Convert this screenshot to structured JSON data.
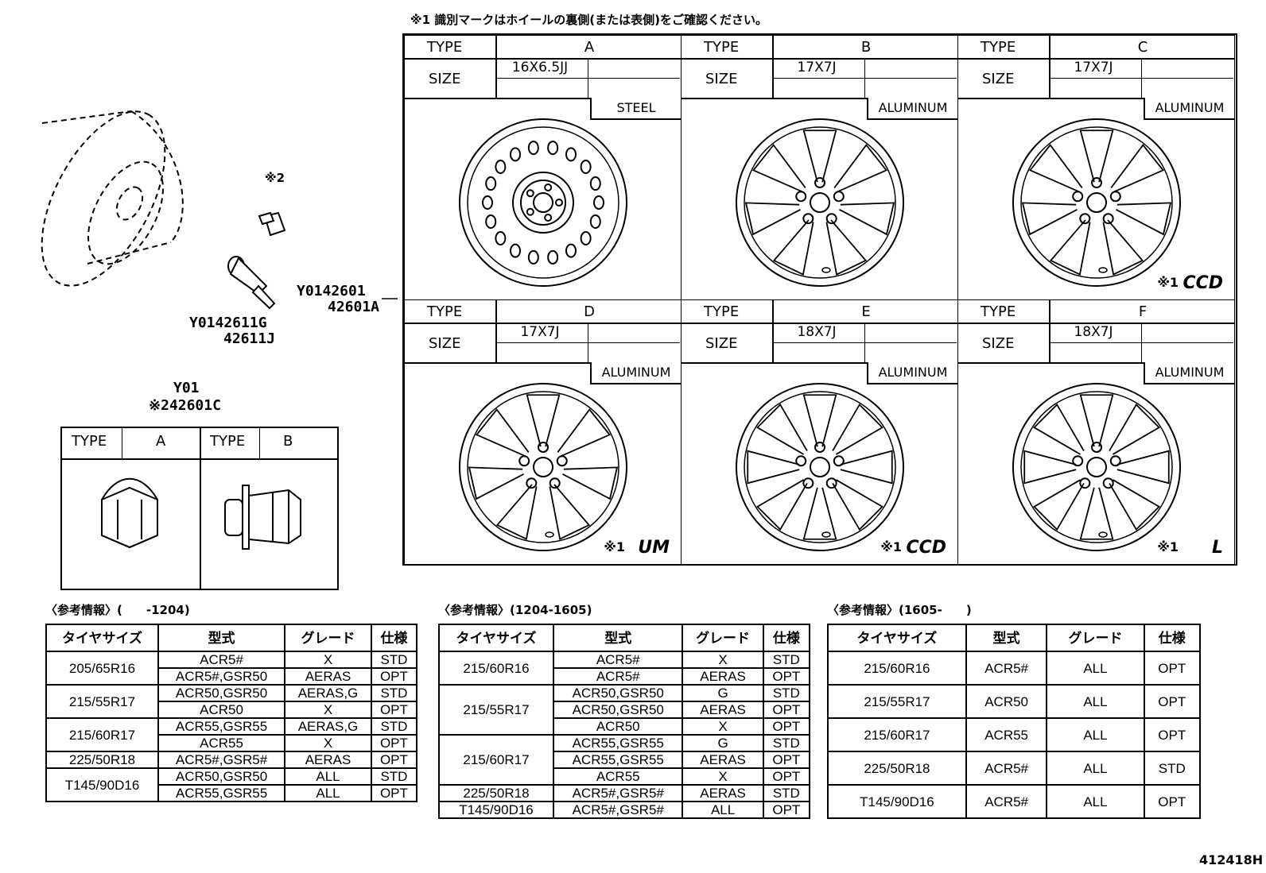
{
  "top_note": "※1 識別マークはホイールの裏側(または表側)をご確認ください。",
  "wheels": [
    {
      "type_label": "TYPE",
      "type": "A",
      "size_label": "SIZE",
      "size": "16X6.5JJ",
      "material": "STEEL",
      "mark_prefix": "",
      "mark": ""
    },
    {
      "type_label": "TYPE",
      "type": "B",
      "size_label": "SIZE",
      "size": "17X7J",
      "material": "ALUMINUM",
      "mark_prefix": "",
      "mark": ""
    },
    {
      "type_label": "TYPE",
      "type": "C",
      "size_label": "SIZE",
      "size": "17X7J",
      "material": "ALUMINUM",
      "mark_prefix": "※1",
      "mark": "CCD"
    },
    {
      "type_label": "TYPE",
      "type": "D",
      "size_label": "SIZE",
      "size": "17X7J",
      "material": "ALUMINUM",
      "mark_prefix": "※1",
      "mark": "UM"
    },
    {
      "type_label": "TYPE",
      "type": "E",
      "size_label": "SIZE",
      "size": "18X7J",
      "material": "ALUMINUM",
      "mark_prefix": "※1",
      "mark": "CCD"
    },
    {
      "type_label": "TYPE",
      "type": "F",
      "size_label": "SIZE",
      "size": "18X7J",
      "material": "ALUMINUM",
      "mark_prefix": "※1",
      "mark": "L"
    }
  ],
  "part_labels": {
    "wheel_code_1": "Y0142601",
    "wheel_code_2": "42601A",
    "valve_code_1": "Y0142611G",
    "valve_code_2": "42611J",
    "cap_note": "※2",
    "nut_code_1": "Y01",
    "nut_code_2": "※242601C"
  },
  "nut_table": {
    "type_label": "TYPE",
    "a": "A",
    "b": "B"
  },
  "ref_tables": [
    {
      "title": "〈参考情報〉(　　-1204)",
      "headers": [
        "タイヤサイズ",
        "型式",
        "グレード",
        "仕様"
      ],
      "rows": [
        {
          "tire": "205/65R16",
          "model": "ACR5#",
          "grade": "X",
          "spec": "STD",
          "tspan": 2
        },
        {
          "tire": "",
          "model": "ACR5#,GSR50",
          "grade": "AERAS",
          "spec": "OPT",
          "tspan": 0
        },
        {
          "tire": "215/55R17",
          "model": "ACR50,GSR50",
          "grade": "AERAS,G",
          "spec": "STD",
          "tspan": 2
        },
        {
          "tire": "",
          "model": "ACR50",
          "grade": "X",
          "spec": "OPT",
          "tspan": 0
        },
        {
          "tire": "215/60R17",
          "model": "ACR55,GSR55",
          "grade": "AERAS,G",
          "spec": "STD",
          "tspan": 2
        },
        {
          "tire": "",
          "model": "ACR55",
          "grade": "X",
          "spec": "OPT",
          "tspan": 0
        },
        {
          "tire": "225/50R18",
          "model": "ACR5#,GSR5#",
          "grade": "AERAS",
          "spec": "OPT",
          "tspan": 1
        },
        {
          "tire": "T145/90D16",
          "model": "ACR50,GSR50",
          "grade": "ALL",
          "spec": "STD",
          "tspan": 2
        },
        {
          "tire": "",
          "model": "ACR55,GSR55",
          "grade": "ALL",
          "spec": "OPT",
          "tspan": 0
        }
      ]
    },
    {
      "title": "〈参考情報〉(1204-1605)",
      "headers": [
        "タイヤサイズ",
        "型式",
        "グレード",
        "仕様"
      ],
      "rows": [
        {
          "tire": "215/60R16",
          "model": "ACR5#",
          "grade": "X",
          "spec": "STD",
          "tspan": 2
        },
        {
          "tire": "",
          "model": "ACR5#",
          "grade": "AERAS",
          "spec": "OPT",
          "tspan": 0
        },
        {
          "tire": "215/55R17",
          "model": "ACR50,GSR50",
          "grade": "G",
          "spec": "STD",
          "tspan": 3
        },
        {
          "tire": "",
          "model": "ACR50,GSR50",
          "grade": "AERAS",
          "spec": "OPT",
          "tspan": 0
        },
        {
          "tire": "",
          "model": "ACR50",
          "grade": "X",
          "spec": "OPT",
          "tspan": 0
        },
        {
          "tire": "215/60R17",
          "model": "ACR55,GSR55",
          "grade": "G",
          "spec": "STD",
          "tspan": 3
        },
        {
          "tire": "",
          "model": "ACR55,GSR55",
          "grade": "AERAS",
          "spec": "OPT",
          "tspan": 0
        },
        {
          "tire": "",
          "model": "ACR55",
          "grade": "X",
          "spec": "OPT",
          "tspan": 0
        },
        {
          "tire": "225/50R18",
          "model": "ACR5#,GSR5#",
          "grade": "AERAS",
          "spec": "STD",
          "tspan": 1
        },
        {
          "tire": "T145/90D16",
          "model": "ACR5#,GSR5#",
          "grade": "ALL",
          "spec": "OPT",
          "tspan": 1
        }
      ]
    },
    {
      "title": "〈参考情報〉(1605-　　)",
      "headers": [
        "タイヤサイズ",
        "型式",
        "グレード",
        "仕様"
      ],
      "rows": [
        {
          "tire": "215/60R16",
          "model": "ACR5#",
          "grade": "ALL",
          "spec": "OPT",
          "tspan": 1
        },
        {
          "tire": "215/55R17",
          "model": "ACR50",
          "grade": "ALL",
          "spec": "OPT",
          "tspan": 1
        },
        {
          "tire": "215/60R17",
          "model": "ACR55",
          "grade": "ALL",
          "spec": "OPT",
          "tspan": 1
        },
        {
          "tire": "225/50R18",
          "model": "ACR5#",
          "grade": "ALL",
          "spec": "STD",
          "tspan": 1
        },
        {
          "tire": "T145/90D16",
          "model": "ACR5#",
          "grade": "ALL",
          "spec": "OPT",
          "tspan": 1
        }
      ]
    }
  ],
  "figure_id": "412418H"
}
